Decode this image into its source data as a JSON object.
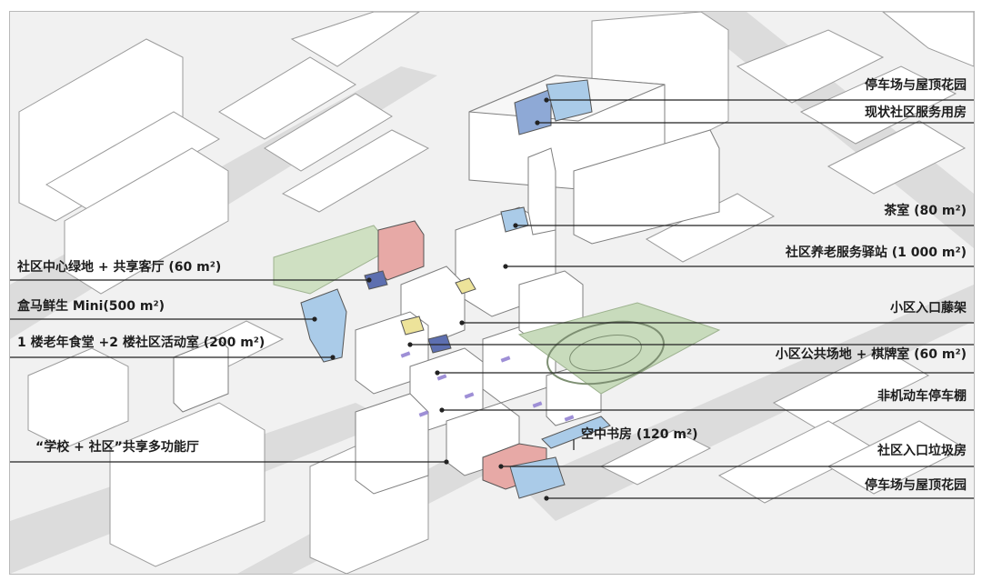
{
  "title": "",
  "colors": {
    "background": "#f1f1f1",
    "building_fill": "#ffffff",
    "building_stroke": "#9a9a9a",
    "road": "#dcdcdc",
    "green_space": "#cfe0c2",
    "sports_field": "#c8dbbc",
    "blue_highlight": "#aacbe8",
    "blue_dark": "#8ea9d6",
    "pink_highlight": "#e7a9a6",
    "yellow_highlight": "#ede39a",
    "purple_marks": "#9e8fd6",
    "leader_line": "#222222"
  },
  "labels": {
    "parking_roof_garden_top": "停车场与屋顶花园",
    "existing_service_room": "现状社区服务用房",
    "tea_room": "茶室 (80 m²)",
    "elderly_service_station": "社区养老服务驿站 (1 000 m²)",
    "central_green": "社区中心绿地 + 共享客厅 (60 m²)",
    "hema_mini": "盒马鲜生 Mini(500 m²)",
    "canteen_activity": "1 楼老年食堂 +2 楼社区活动室 (200 m²)",
    "entrance_trellis": "小区入口藤架",
    "public_venue_chess": "小区公共场地 + 棋牌室 (60 m²)",
    "bike_shed": "非机动车停车棚",
    "sky_library": "空中书房 (120 m²)",
    "school_community_hall": "“学校 + 社区”共享多功能厅",
    "entrance_garbage": "社区入口垃圾房",
    "parking_roof_garden_bottom": "停车场与屋顶花园"
  }
}
